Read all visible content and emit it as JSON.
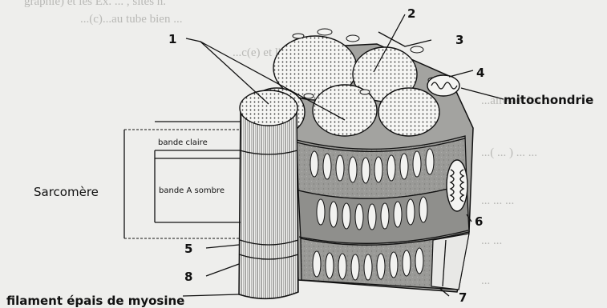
{
  "background_text": [
    "graphie) et les Ex. ... , sites n.",
    "...(c)...au tube bien ...",
    "...c(e) et l'aspect ...",
    "...aires et les ...",
    "...( ... ) ... ...",
    "... ... ...",
    "... ...",
    "..."
  ],
  "labels": {
    "n1": "1",
    "n2": "2",
    "n3": "3",
    "n4": "4",
    "n5": "5",
    "n6": "6",
    "n7": "7",
    "n8": "8",
    "mitochondrie": "mitochondrie",
    "sarcomere": "Sarcomère",
    "bande_claire": "bande claire",
    "bande_a_sombre": "bande A sombre",
    "filament": "filament épais de myosine"
  },
  "colors": {
    "background": "#eeeeec",
    "ink": "#111111",
    "fiber_fill": "#f4f4f2",
    "shade": "#8d8d8a"
  }
}
